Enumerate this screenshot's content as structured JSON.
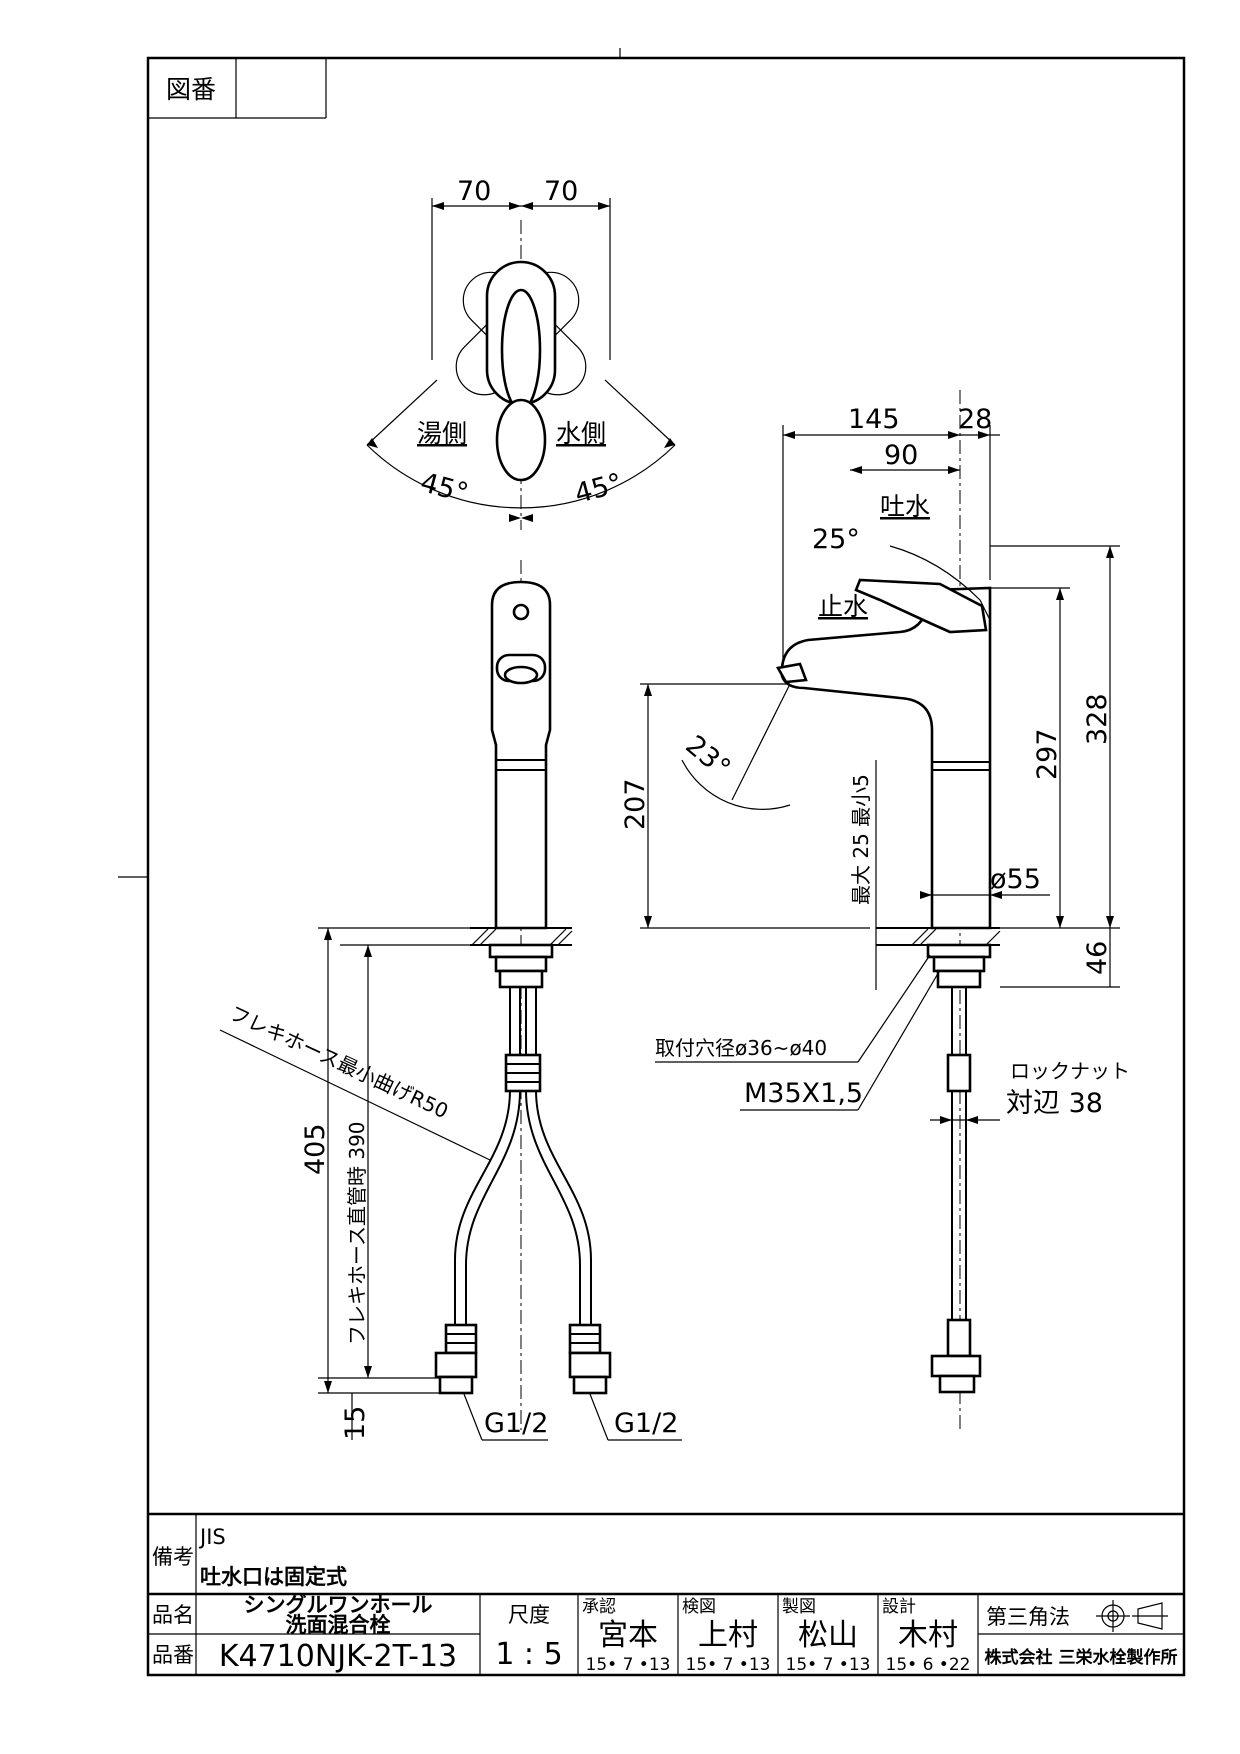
{
  "header": {
    "drawing_no_label": "図番",
    "drawing_no_value": ""
  },
  "top_view": {
    "dim_left": "70",
    "dim_right": "70",
    "hot_side": "湯側",
    "cold_side": "水側",
    "angle_left": "45°",
    "angle_right": "45°"
  },
  "side_view": {
    "dim_145": "145",
    "dim_28": "28",
    "dim_90": "90",
    "spout_open": "吐水",
    "spout_close": "止水",
    "angle_25": "25°",
    "angle_23": "23°",
    "dim_207": "207",
    "dim_297": "297",
    "dim_328": "328",
    "dim_46": "46",
    "dia_55": "ø55",
    "counter_thickness": "最大 25 最小5",
    "mount_hole": "取付穴径ø36~ø40",
    "thread": "M35X1,5",
    "lock_nut_label": "ロックナット",
    "lock_nut_size": "対辺 38"
  },
  "front_view": {
    "hose_bend": "フレキホース最小曲げR50",
    "dim_405": "405",
    "hose_length": "フレキホース直管時 390",
    "dim_15": "15",
    "conn_left": "G1/2",
    "conn_right": "G1/2"
  },
  "title_block": {
    "remarks_label": "備考",
    "remarks_line1": "JIS",
    "remarks_line2": "吐水口は固定式",
    "name_label": "品名",
    "name_line1": "シングルワンホール",
    "name_line2": "洗面混合栓",
    "part_label": "品番",
    "part_no": "K4710NJK-2T-13",
    "scale_label": "尺度",
    "scale_value": "1 : 5",
    "approve_label": "承認",
    "approve_name": "宮本",
    "approve_date": "15• 7 •13",
    "check_label": "検図",
    "check_name": "上村",
    "check_date": "15• 7 •13",
    "drawn_label": "製図",
    "drawn_name": "松山",
    "drawn_date": "15• 7 •13",
    "design_label": "設計",
    "design_name": "木村",
    "design_date": "15• 6 •22",
    "projection": "第三角法",
    "company": "株式会社 三栄水栓製作所"
  }
}
